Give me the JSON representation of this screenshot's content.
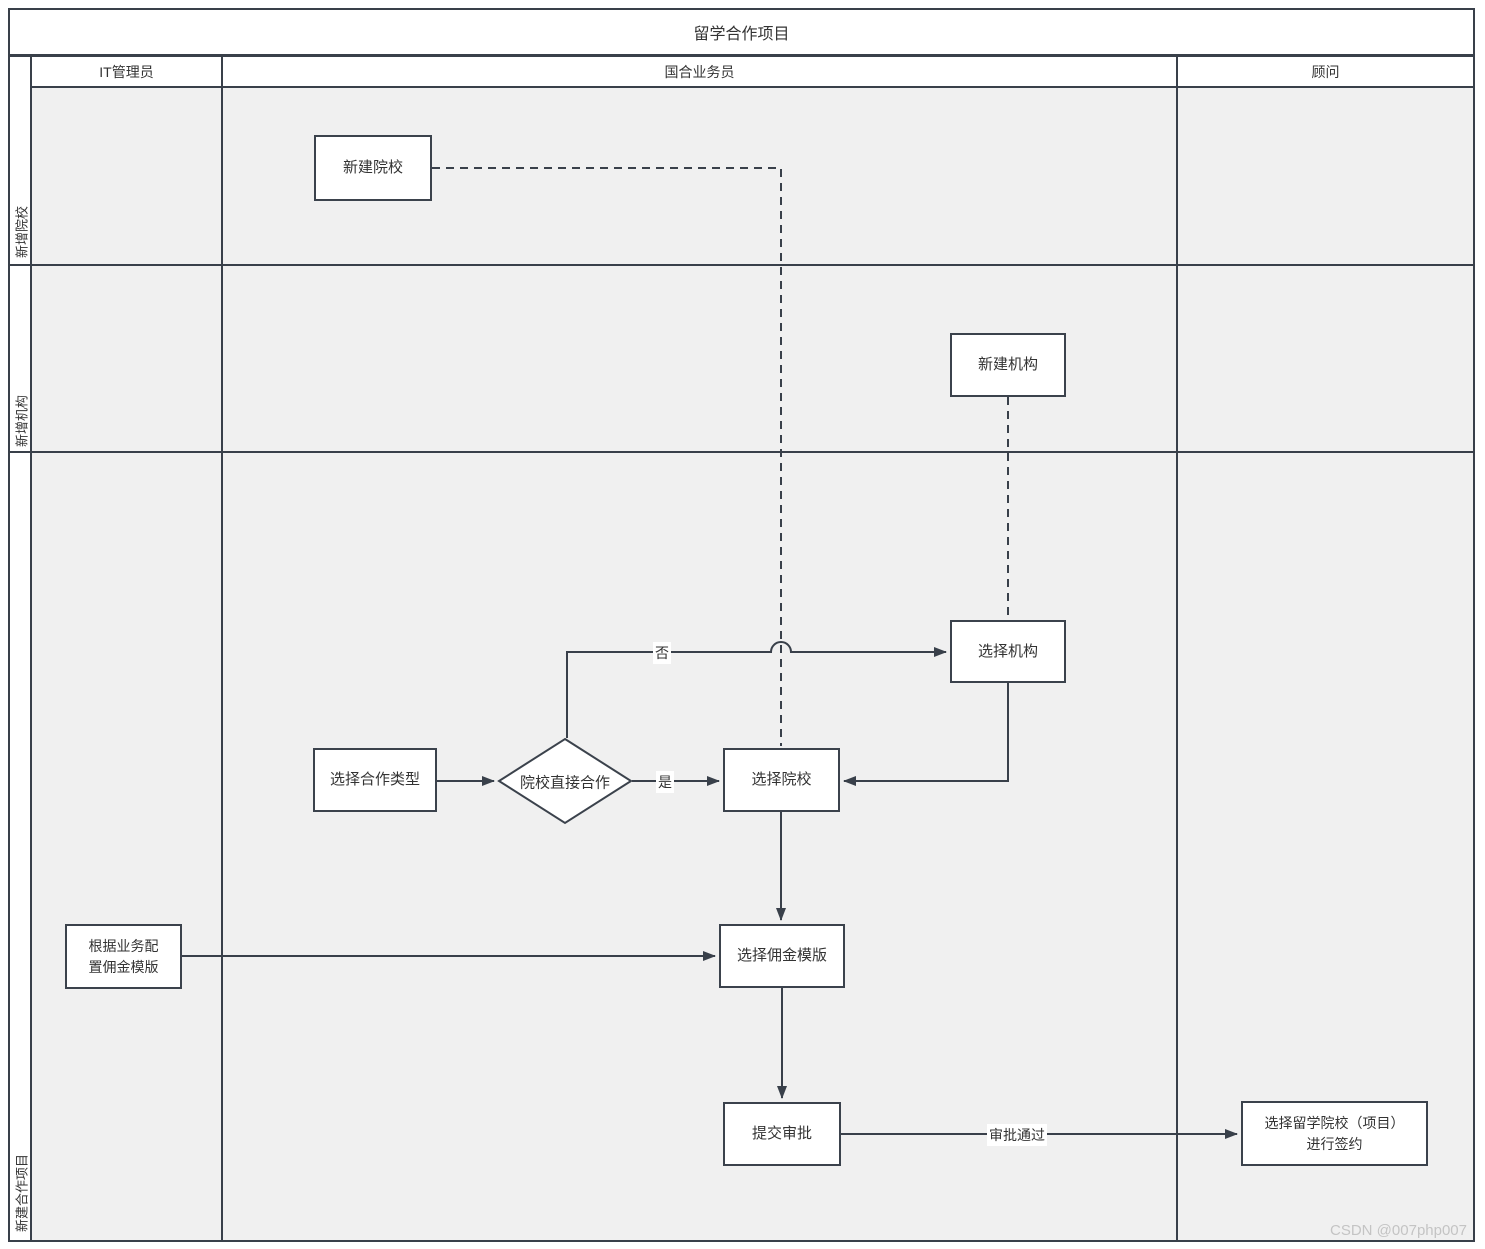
{
  "title": "留学合作项目",
  "columns": [
    "IT管理员",
    "国合业务员",
    "顾问"
  ],
  "rows": [
    "新增院校",
    "新增机构",
    "新建合作项目"
  ],
  "nodes": {
    "new_school": "新建院校",
    "new_org": "新建机构",
    "select_org": "选择机构",
    "select_coop_type": "选择合作类型",
    "decision_direct_coop": "院校直接合作",
    "select_school": "选择院校",
    "config_commission_template": "根据业务配\n置佣金模版",
    "select_commission_template": "选择佣金模版",
    "submit_approval": "提交审批",
    "sign_school_project": "选择留学院校（项目）\n进行签约"
  },
  "edge_labels": {
    "no": "否",
    "yes": "是",
    "approved": "审批通过"
  },
  "watermark": "CSDN @007php007",
  "colors": {
    "border": "#39404a",
    "connector": "#39404a",
    "lane_bg": "#f0f0f0",
    "node_bg": "#ffffff",
    "text": "#333333",
    "watermark": "#c4c4c4"
  }
}
